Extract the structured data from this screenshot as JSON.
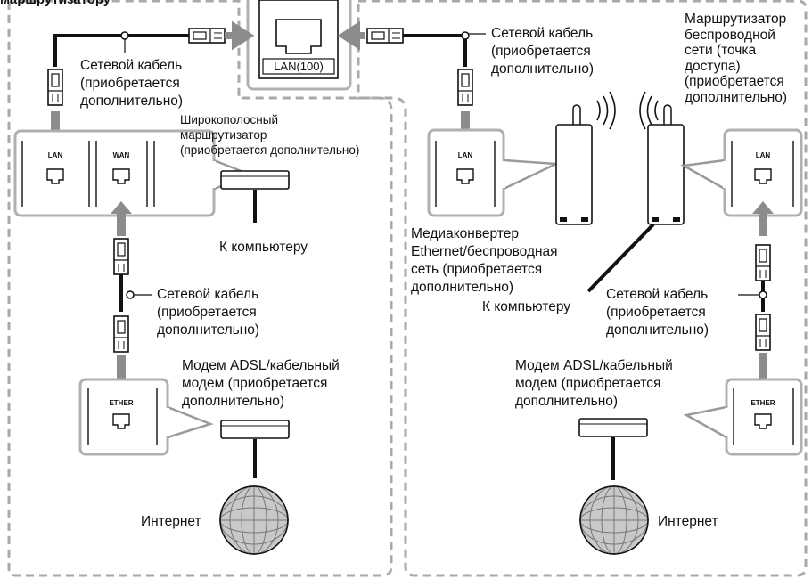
{
  "top_port": {
    "label": "LAN(100)"
  },
  "header": {
    "text": "маршрутизатору"
  },
  "left": {
    "cable_top": "Сетевой кабель\n(приобретается\nдополнительно)",
    "router": "Широкополосный\nмаршрутизатор\n(приобретается дополнительно)",
    "to_computer": "К компьютеру",
    "cable_bottom": "Сетевой кабель\n(приобретается\nдополнительно)",
    "modem": "Модем ADSL/кабельный\nмодем (приобретается\nдополнительно)",
    "internet": "Интернет",
    "port_lan": "LAN",
    "port_wan": "WAN",
    "port_ether": "ETHER"
  },
  "right": {
    "cable_top": "Сетевой кабель\n(приобретается\nдополнительно)",
    "access_point": "Маршрутизатор\nбеспроводной\nсети (точка\nдоступа)\n(приобретается\nдополнительно)",
    "converter": "Медиаконвертер\nEthernet/беспроводная\nсеть (приобретается\nдополнительно)",
    "to_computer": "К компьютеру",
    "cable_bottom": "Сетевой кабель\n(приобретается\nдополнительно)",
    "modem": "Модем ADSL/кабельный\nмодем (приобретается\nдополнительно)",
    "internet": "Интернет",
    "port_lan_a": "LAN",
    "port_lan_b": "LAN",
    "port_ether": "ETHER"
  },
  "colors": {
    "dashed": "#a9a9a9",
    "arrow": "#8c8c8c",
    "callout": "#9a9a9a",
    "line": "#111111"
  }
}
